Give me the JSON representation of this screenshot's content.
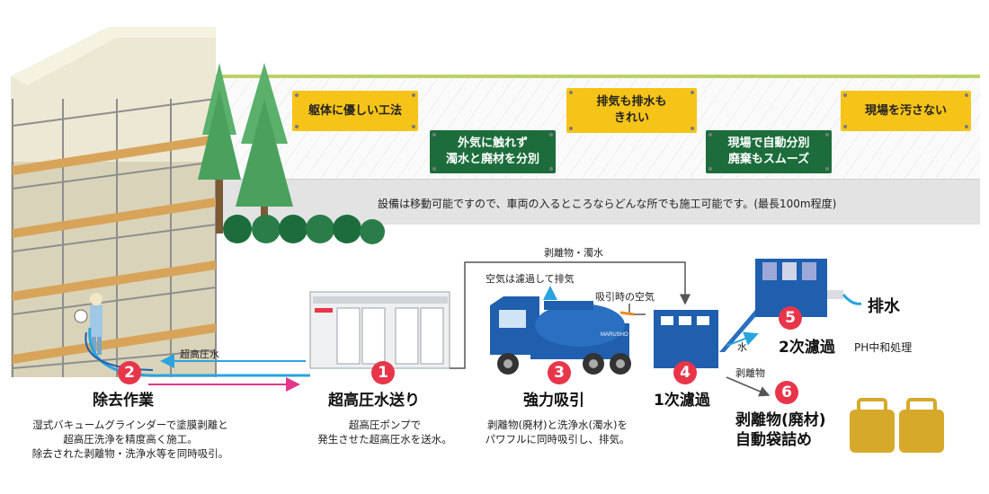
{
  "banner_note": "設備は移動可能ですので、車両の入るところならどんな所でも施工可能です。(最長100m程度)",
  "signs": [
    {
      "id": "gentle",
      "text": "躯体に優しい工法",
      "color": "yellow"
    },
    {
      "id": "separate",
      "text": "外気に触れず\n濁水と廃材を分別",
      "color": "green"
    },
    {
      "id": "clean",
      "text": "排気も排水も\nきれい",
      "color": "yellow"
    },
    {
      "id": "auto",
      "text": "現場で自動分別\n廃棄もスムーズ",
      "color": "green"
    },
    {
      "id": "nodirty",
      "text": "現場を汚さない",
      "color": "yellow"
    }
  ],
  "flow_labels": {
    "ultra_water": "超高圧水",
    "debris_muddy": "剥離物・濁水",
    "air_exhaust": "空気は濾過して排気",
    "suction_air": "吸引時の空気",
    "water": "水",
    "debris": "剥離物",
    "truck_brand": "MARUSHO"
  },
  "steps": [
    {
      "num": "2",
      "title": "除去作業",
      "desc": "湿式バキュームグラインダーで塗膜剥離と\n超高圧洗浄を精度高く施工。\n除去された剥離物・洗浄水等を同時吸引。"
    },
    {
      "num": "1",
      "title": "超高圧水送り",
      "desc": "超高圧ポンプで\n発生させた超高圧水を送水。"
    },
    {
      "num": "3",
      "title": "強力吸引",
      "desc": "剥離物(廃材)と洗浄水(濁水)を\nパワフルに同時吸引し、排気。"
    },
    {
      "num": "4",
      "title": "1次濾過",
      "desc": ""
    },
    {
      "num": "5",
      "title": "2次濾過",
      "desc": ""
    },
    {
      "num": "6",
      "title": "剥離物(廃材)\n自動袋詰め",
      "desc": ""
    }
  ],
  "drain_label": "排水",
  "ph_label": "PH中和処理",
  "colors": {
    "badge": "#e8354a",
    "blue": "#1f5fae",
    "sign_yellow": "#f6c318",
    "sign_green": "#1d6d3c",
    "arrow_blue": "#2aa3de",
    "arrow_pink": "#e2378a"
  }
}
